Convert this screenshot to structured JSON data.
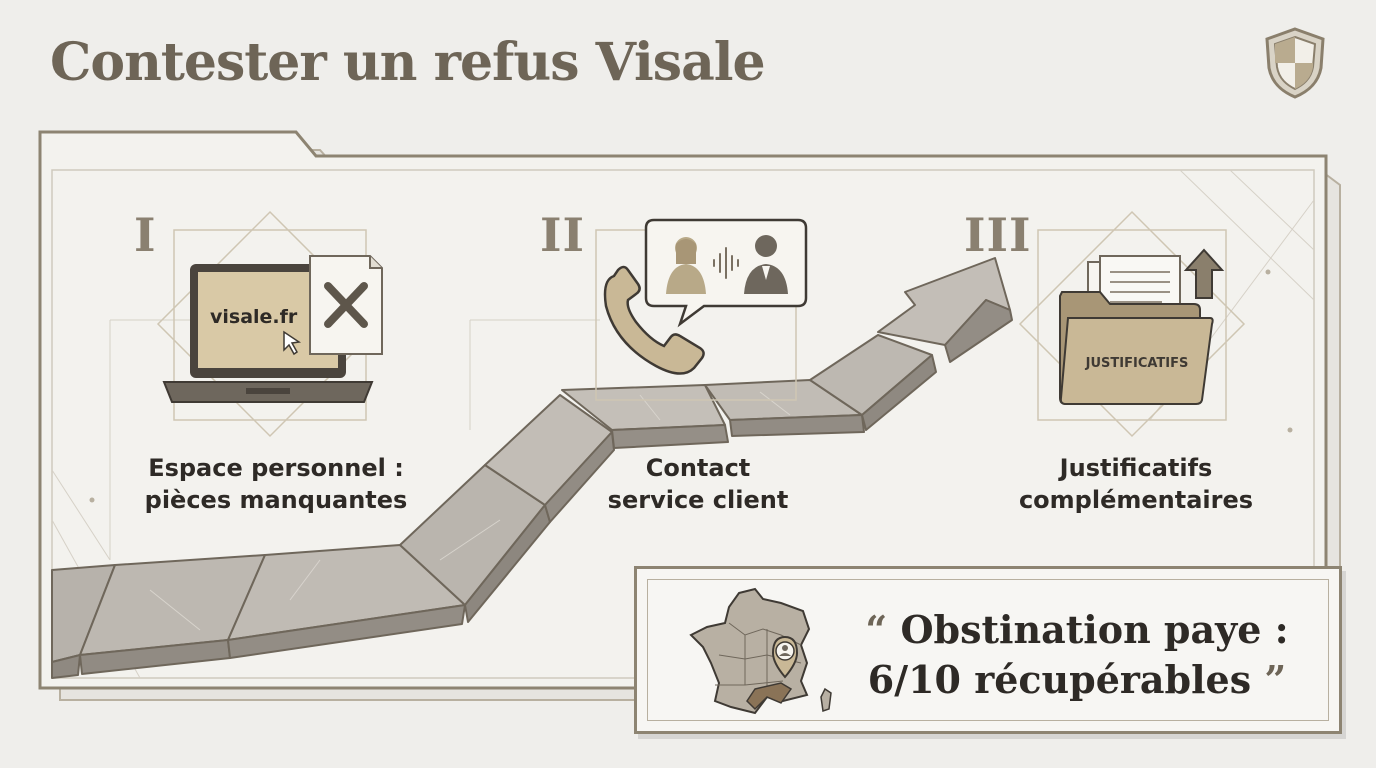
{
  "title": "Contester un refus Visale",
  "colors": {
    "accent": "#9c8a66",
    "frame": "#8d8472",
    "stone": "#b9b4ad",
    "ink": "#2e2a26"
  },
  "icons": {
    "header": "shield-icon",
    "step1": "laptop-icon",
    "step2": "phone-icon",
    "step3": "folder-upload-icon",
    "quote": "france-map-icon"
  },
  "steps": [
    {
      "numeral": "I",
      "label_lines": [
        "Espace personnel :",
        "pièces manquantes"
      ],
      "screen_text": "visale.fr"
    },
    {
      "numeral": "II",
      "label_lines": [
        "Contact",
        "service client"
      ]
    },
    {
      "numeral": "III",
      "label_lines": [
        "Justificatifs",
        "complémentaires"
      ],
      "folder_text": "JUSTIFICATIFS"
    }
  ],
  "quote": {
    "open_mark": "“",
    "line1": "Obstination paye :",
    "line2": "6/10 récupérables",
    "close_mark": "”"
  }
}
